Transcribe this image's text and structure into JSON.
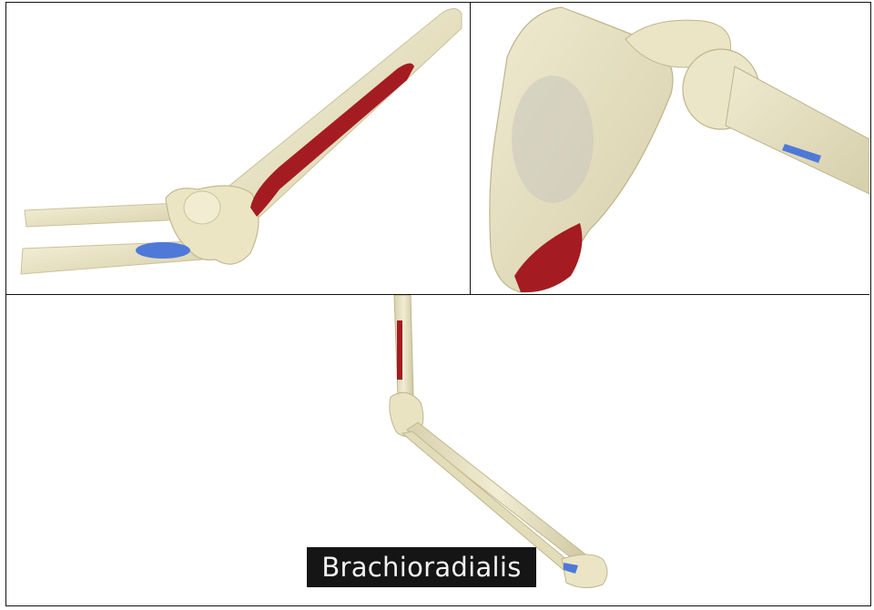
{
  "caption": {
    "text": "Brachioradialis"
  },
  "colors": {
    "bone": "#ece7c9",
    "bone_shadow": "#cfc8a2",
    "origin_red": "#a41c22",
    "insertion_blue": "#4f79d8",
    "caption_bg": "#151515"
  },
  "panels": [
    {
      "name": "elbow-closeup",
      "marks": [
        "origin-red",
        "insertion-blue"
      ]
    },
    {
      "name": "scapula-closeup",
      "marks": [
        "origin-red",
        "insertion-blue"
      ]
    },
    {
      "name": "full-arm-view",
      "marks": [
        "origin-red",
        "insertion-blue"
      ]
    }
  ]
}
